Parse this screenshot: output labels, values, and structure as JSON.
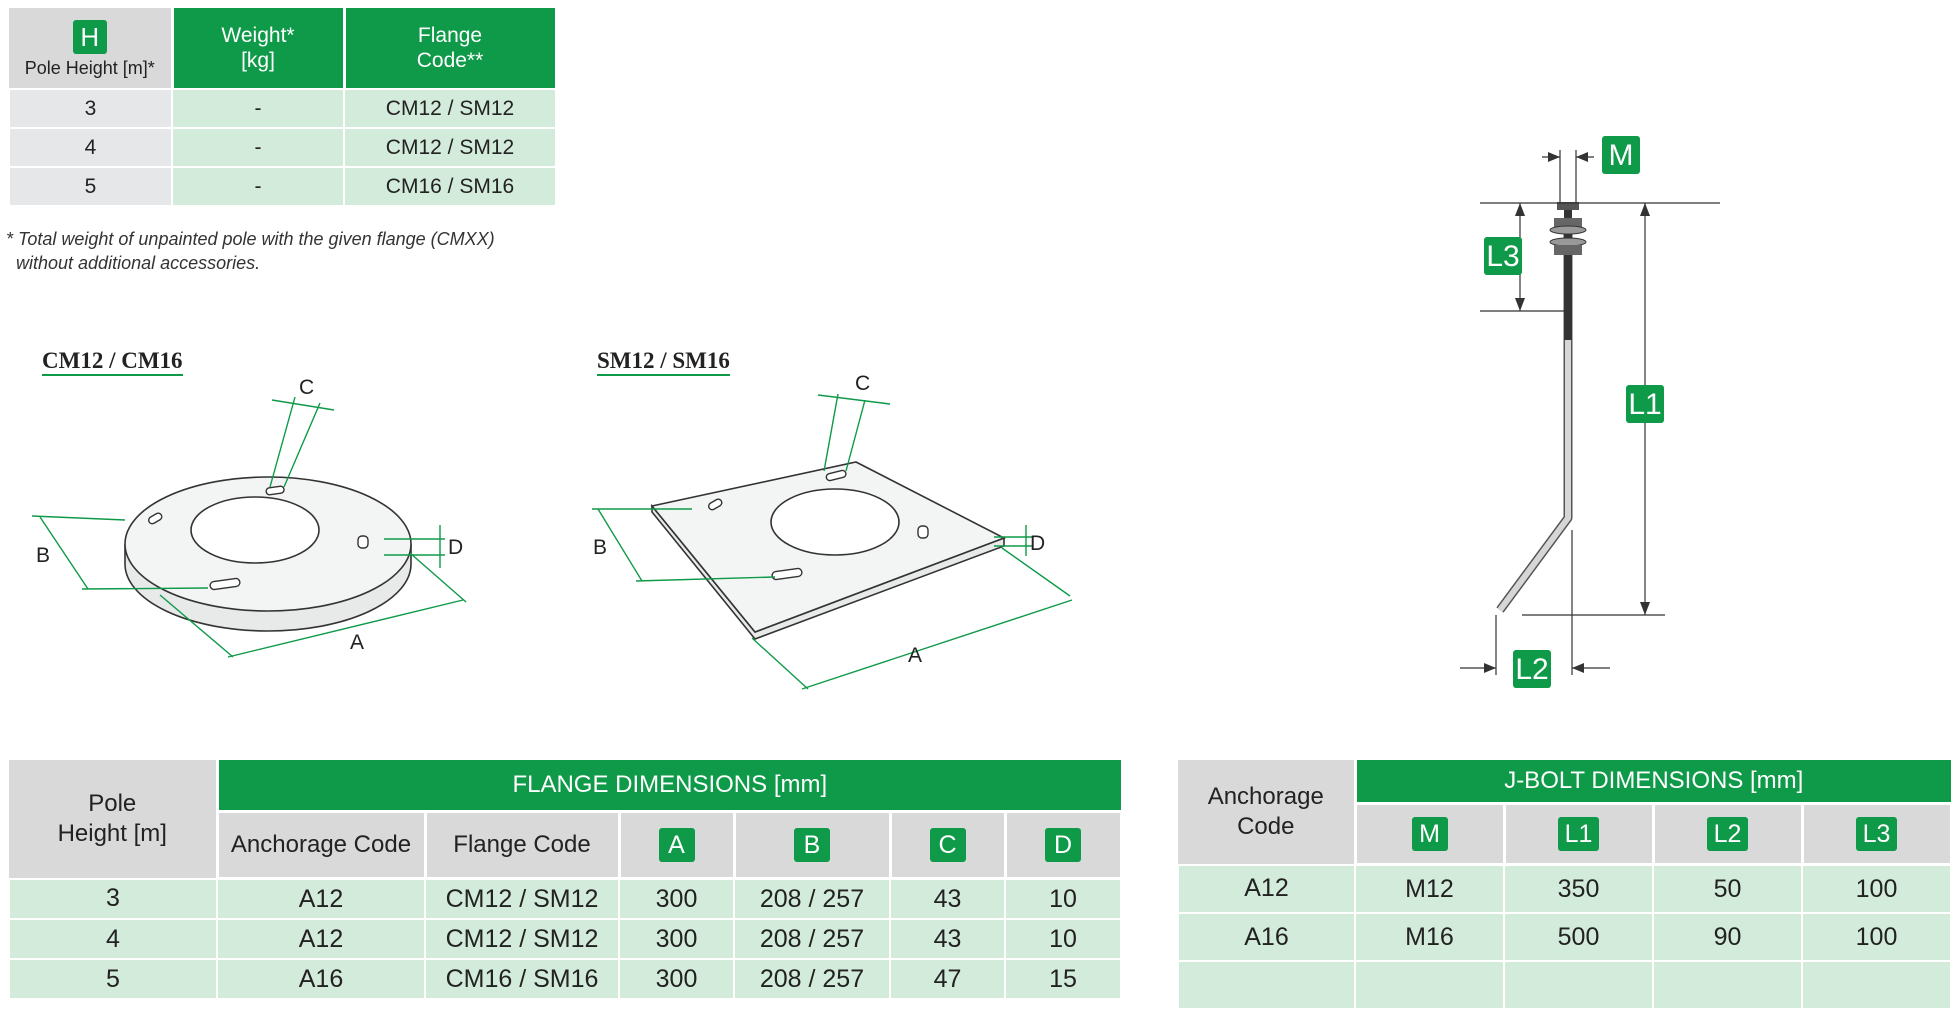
{
  "weight_table": {
    "h_badge": "H",
    "col_pole": "Pole Height [m]*",
    "col_weight_line1": "Weight*",
    "col_weight_line2": "[kg]",
    "col_flange_line1": "Flange",
    "col_flange_line2": "Code**",
    "rows": [
      {
        "pole": "3",
        "weight": "-",
        "flange": "CM12 / SM12"
      },
      {
        "pole": "4",
        "weight": "-",
        "flange": "CM12 / SM12"
      },
      {
        "pole": "5",
        "weight": "-",
        "flange": "CM16 / SM16"
      }
    ]
  },
  "note": {
    "line1": "* Total weight of unpainted pole with the given flange (CMXX)",
    "line2": "without additional accessories."
  },
  "diagrams": {
    "round_title": "CM12 / CM16",
    "square_title": "SM12 / SM16",
    "labels": {
      "a": "A",
      "b": "B",
      "c": "C",
      "d": "D"
    },
    "jbolt_labels": {
      "m": "M",
      "l1": "L1",
      "l2": "L2",
      "l3": "L3"
    }
  },
  "flange_table": {
    "pole_header_line1": "Pole",
    "pole_header_line2": "Height [m]",
    "group_header": "FLANGE DIMENSIONS [mm]",
    "columns": [
      "Anchorage Code",
      "Flange Code",
      "A",
      "B",
      "C",
      "D"
    ],
    "rows": [
      [
        "3",
        "A12",
        "CM12 / SM12",
        "300",
        "208 / 257",
        "43",
        "10"
      ],
      [
        "4",
        "A12",
        "CM12 / SM12",
        "300",
        "208 / 257",
        "43",
        "10"
      ],
      [
        "5",
        "A16",
        "CM16 / SM16",
        "300",
        "208 / 257",
        "47",
        "15"
      ]
    ]
  },
  "jbolt_table": {
    "anchor_header_line1": "Anchorage",
    "anchor_header_line2": "Code",
    "group_header": "J-BOLT DIMENSIONS [mm]",
    "columns": [
      "M",
      "L1",
      "L2",
      "L3"
    ],
    "rows": [
      [
        "A12",
        "M12",
        "350",
        "50",
        "100"
      ],
      [
        "A16",
        "M16",
        "500",
        "90",
        "100"
      ],
      [
        "",
        "",
        "",
        "",
        ""
      ]
    ]
  },
  "colors": {
    "green": "#0e9a48",
    "mint": "#d3ebda",
    "gray": "#d9d9da",
    "light_gray": "#e6e7e8"
  }
}
